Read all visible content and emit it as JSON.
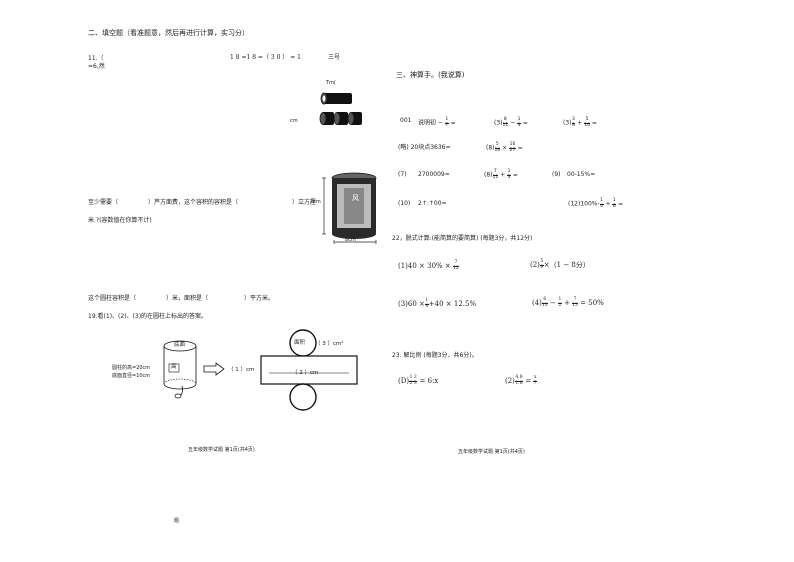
{
  "section2": {
    "heading": "二、填空题（看准题意，然后再进行计算，实习分）",
    "q11_prefix": "11.（",
    "q11_formula": "1 8 =1 8 =（ 3 0 ） = 1",
    "q11_suffix": "三号",
    "q11_line2": "=6,然",
    "img_label_top": "Tm(",
    "img_label_left": "cm",
    "q_fill_text1": "至少需要（",
    "q_fill_text2": "）芦方面费，这个容积的容积是（",
    "q_fill_text3": "）立方厘",
    "q_fill_text4": "米    ?(容数值在你算不计)",
    "can_height_label": "2cm",
    "can_width_label": "8cm",
    "can_text": "风",
    "q_surface_a": "这个圆柱容积是（",
    "q_surface_b": "）米，面积是（",
    "q_surface_c": "）平方米。",
    "q19": "19.看(1)、(2)、(3)的在圆柱上标出的答案。",
    "cyl_top_label": "底面",
    "cyl_side_label": "高",
    "cyl_info1": "圆柱的高=20cm",
    "cyl_info2": "底面直径=10cm",
    "unfold_label1": "（ 1 ）cm",
    "unfold_label2": "（ 2 ）cm",
    "unfold_label3": "（ 3 ）cm²",
    "unfold_circle_label": "面积",
    "footer_left": "五年级数学试题    第1页(共4页)",
    "bottom_mark": "题"
  },
  "section3": {
    "heading": "三、神算手。(我说算)",
    "item_001": "001",
    "item_001_text": "说明初",
    "item_3": "(3)",
    "item_3b": "(3)",
    "item_row2_left": "(略)   20块点3636=",
    "item_row2_right": "(8)",
    "item_7": "(7)",
    "item_7_text": "2700009=",
    "item_8": "(8)",
    "item_9": "(9)",
    "item_9_text": "00-15%=",
    "item_10": "(10)",
    "item_10_text": "2↑:↑00=",
    "item_12": "(12)",
    "item_12_text": "100%-",
    "q22": "22，脱式计算:(能简算的要简算)    (每题3分，共12分)",
    "q22_1": "(1)40 × 30% ×",
    "q22_2": "(2)",
    "q22_2b": "×（1 − 8分）",
    "q22_3": "(3)60 ×",
    "q22_3b": "+40 × 12.5%",
    "q22_4": "(4)",
    "q22_4b": "= 50%",
    "q23": "23. 解比例 (每题3分，共6分)。",
    "q23_1": "(D)",
    "q23_1b": "= 6:x",
    "q23_2": "(2)",
    "q23_2b": "=",
    "footer_right": "五年级数学试题    第1页(共4页)"
  },
  "fractions": {
    "f_1_7": [
      "1",
      "7"
    ],
    "f_8_11_1_4": [
      "8",
      "11",
      "1",
      "4"
    ],
    "f_3_8_5_16": [
      "3",
      "8",
      "5",
      "16"
    ],
    "f_5_16_16_27": [
      "5",
      "16",
      "16",
      "27"
    ],
    "f_7_11_1_3": [
      "7",
      "11",
      "1",
      "3"
    ],
    "f_1_4_1_6": [
      "1",
      "4",
      "1",
      "6"
    ],
    "f_7_12": [
      "7",
      "12"
    ],
    "f_5_9": [
      "5",
      "9"
    ],
    "f_1_8": [
      "1",
      "8"
    ],
    "f_6_13_1_2_7_13": [
      "6",
      "13",
      "1",
      "2",
      "7",
      "13"
    ],
    "f_12_23": [
      "1 2",
      "2 3"
    ],
    "f_48_16_x_7": [
      "4.8",
      "1.6",
      "x",
      "7"
    ]
  }
}
